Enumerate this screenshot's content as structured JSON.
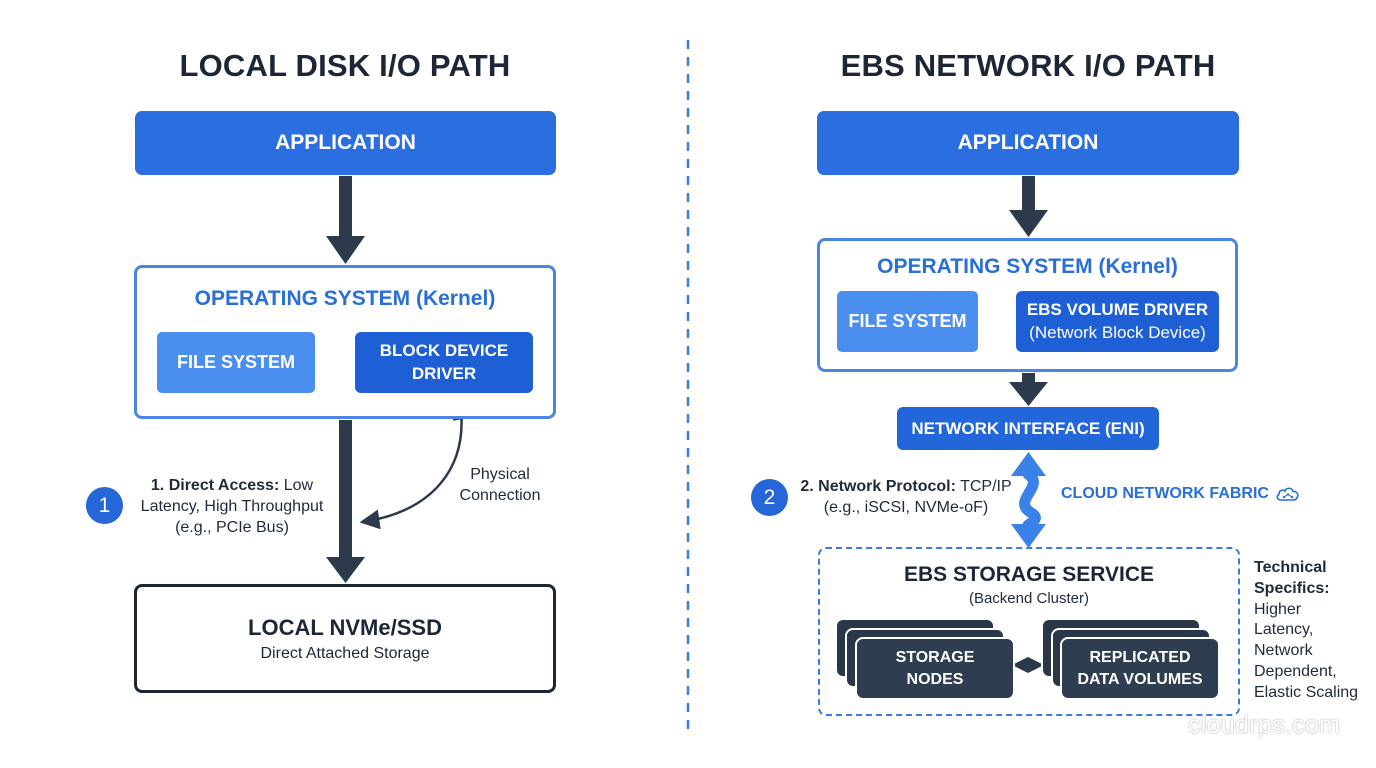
{
  "colors": {
    "accent_blue": "#2b6ee0",
    "dark_navy": "#1c2636",
    "light_blue": "#4a8ef0",
    "driver_blue": "#1f5fd6"
  },
  "local": {
    "title": "LOCAL DISK I/O PATH",
    "application": "APPLICATION",
    "os_title": "OPERATING SYSTEM (Kernel)",
    "file_system": "FILE SYSTEM",
    "driver_line1": "BLOCK DEVICE",
    "driver_line2": "DRIVER",
    "physical_line1": "Physical",
    "physical_line2": "Connection",
    "step_number": "1",
    "step_label": "1. Direct Access:",
    "step_text1": "Low",
    "step_text2": "Latency, High Throughput",
    "step_text3": "(e.g., PCIe Bus)",
    "storage_title": "LOCAL NVMe/SSD",
    "storage_sub": "Direct Attached Storage"
  },
  "ebs": {
    "title": "EBS NETWORK I/O PATH",
    "application": "APPLICATION",
    "os_title": "OPERATING SYSTEM (Kernel)",
    "file_system": "FILE SYSTEM",
    "driver_title": "EBS VOLUME DRIVER",
    "driver_sub": "(Network Block Device)",
    "eni": "NETWORK INTERFACE (ENI)",
    "step_number": "2",
    "step_label": "2. Network Protocol:",
    "step_text1": "TCP/IP",
    "step_text2": "(e.g., iSCSI, NVMe-oF)",
    "fabric": "CLOUD NETWORK FABRIC",
    "fabric_icon": "cloud-network-icon",
    "storage_title": "EBS STORAGE SERVICE",
    "storage_sub": "(Backend Cluster)",
    "nodes_line1": "STORAGE",
    "nodes_line2": "NODES",
    "replicated_line1": "REPLICATED",
    "replicated_line2": "DATA VOLUMES",
    "tech_label1": "Technical",
    "tech_label2": "Specifics:",
    "tech_lines": [
      "Higher",
      "Latency,",
      "Network",
      "Dependent,",
      "Elastic Scaling"
    ]
  },
  "watermark": "cloudrps.com"
}
